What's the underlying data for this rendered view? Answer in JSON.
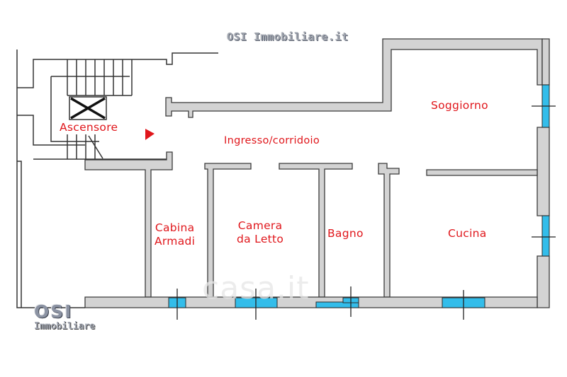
{
  "plan": {
    "rooms": [
      {
        "id": "ascensore",
        "lines": [
          "Ascensore"
        ]
      },
      {
        "id": "ingresso",
        "lines": [
          "Ingresso/corridoio"
        ]
      },
      {
        "id": "soggiorno",
        "lines": [
          "Soggiorno"
        ]
      },
      {
        "id": "cabina",
        "lines": [
          "Cabina",
          "Armadi"
        ]
      },
      {
        "id": "camera",
        "lines": [
          "Camera",
          "da Letto"
        ]
      },
      {
        "id": "bagno",
        "lines": [
          "Bagno"
        ]
      },
      {
        "id": "cucina",
        "lines": [
          "Cucina"
        ]
      }
    ],
    "entrance_marker": "entrance-arrow-icon"
  },
  "branding": {
    "top_logo": "OSI Immobiliare.it",
    "bottom_logo_mark": "OSI",
    "bottom_logo_sub": "Immobiliare",
    "watermark": "casa.it"
  },
  "colors": {
    "wall": "#d3d3d3",
    "window": "#33bdea",
    "label": "#e0161b"
  }
}
